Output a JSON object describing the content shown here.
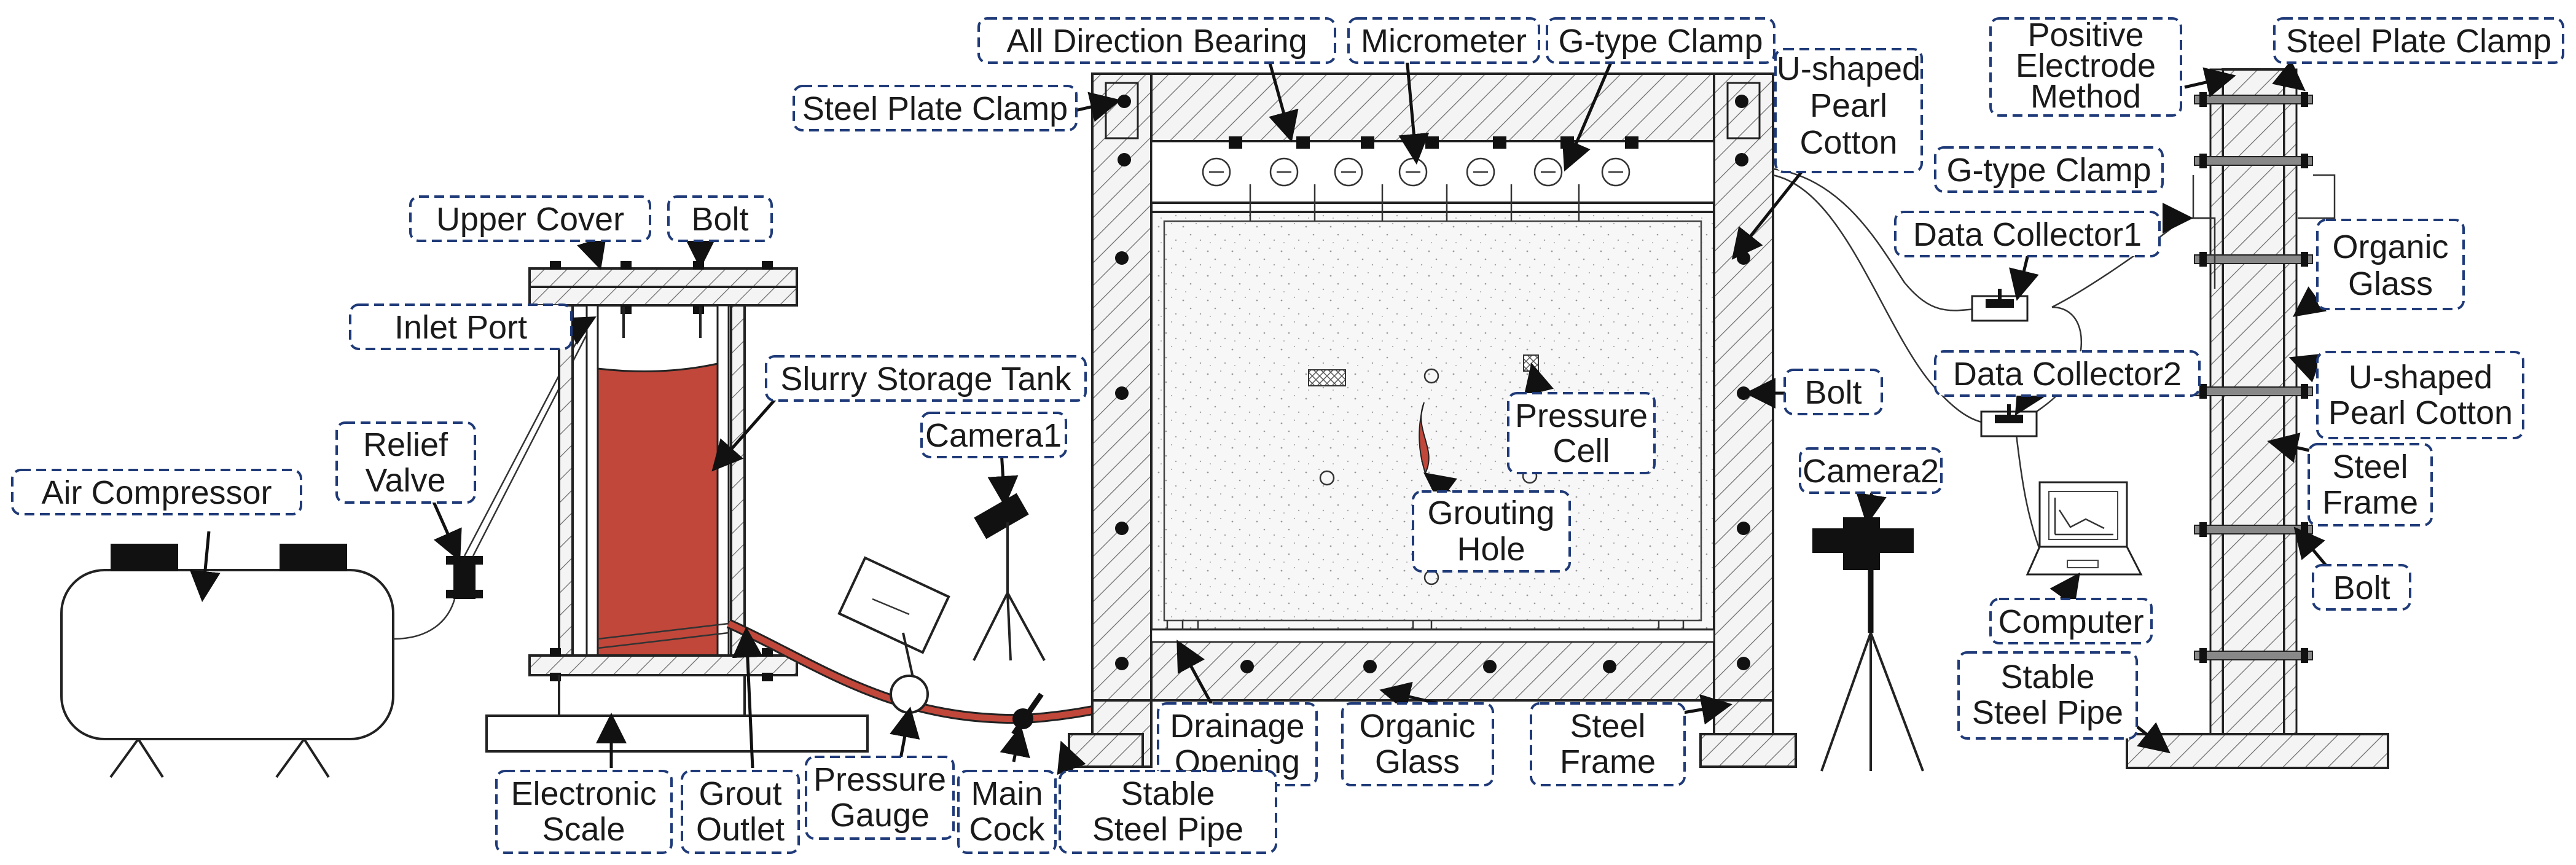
{
  "labels": {
    "all_direction_bearing": "All Direction Bearing",
    "micrometer": "Micrometer",
    "g_type_clamp_top": "G-type Clamp",
    "u_shaped_pearl_cotton_top": [
      "U-shaped",
      "Pearl",
      "Cotton"
    ],
    "positive_electrode_method": [
      "Positive",
      "Electrode",
      "Method"
    ],
    "steel_plate_clamp_right": "Steel Plate Clamp",
    "steel_plate_clamp_left": "Steel Plate Clamp",
    "g_type_clamp_right": "G-type Clamp",
    "data_collector_1": "Data Collector1",
    "data_collector_2": "Data Collector2",
    "upper_cover": "Upper Cover",
    "bolt_top": "Bolt",
    "inlet_port": "Inlet Port",
    "slurry_storage_tank": "Slurry Storage Tank",
    "relief_valve": [
      "Relief",
      "Valve"
    ],
    "air_compressor": "Air Compressor",
    "camera1": "Camera1",
    "camera2": "Camera2",
    "pressure_cell": [
      "Pressure",
      "Cell"
    ],
    "grouting_hole": [
      "Grouting",
      "Hole"
    ],
    "bolt_mid": "Bolt",
    "organic_glass_right": [
      "Organic",
      "Glass"
    ],
    "u_shaped_pearl_cotton_right": [
      "U-shaped",
      "Pearl Cotton"
    ],
    "steel_frame_right": [
      "Steel",
      "Frame"
    ],
    "bolt_right": "Bolt",
    "computer": "Computer",
    "stable_steel_pipe_right": [
      "Stable",
      "Steel Pipe"
    ],
    "drainage_opening": [
      "Drainage",
      "Opening"
    ],
    "organic_glass_bottom": [
      "Organic",
      "Glass"
    ],
    "steel_frame_bottom": [
      "Steel",
      "Frame"
    ],
    "electronic_scale": [
      "Electronic",
      "Scale"
    ],
    "grout_outlet": [
      "Grout",
      "Outlet"
    ],
    "pressure_gauge": [
      "Pressure",
      "Gauge"
    ],
    "main_cock": [
      "Main",
      "Cock"
    ],
    "stable_steel_pipe_bottom": [
      "Stable",
      "Steel Pipe"
    ]
  },
  "colors": {
    "slurry": "#c0473a",
    "label_border": "#1f3a78",
    "line": "#222222"
  }
}
